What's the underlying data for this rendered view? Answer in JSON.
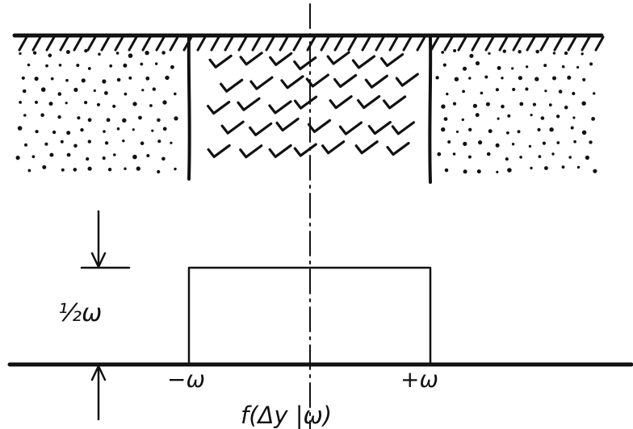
{
  "figure": {
    "labels": {
      "height": "½ω",
      "left_bound": "−ω",
      "right_bound": "+ω",
      "function": "f(Δy |ω)"
    }
  },
  "colors": {
    "ink": "#111111",
    "background": "#ffffff"
  }
}
